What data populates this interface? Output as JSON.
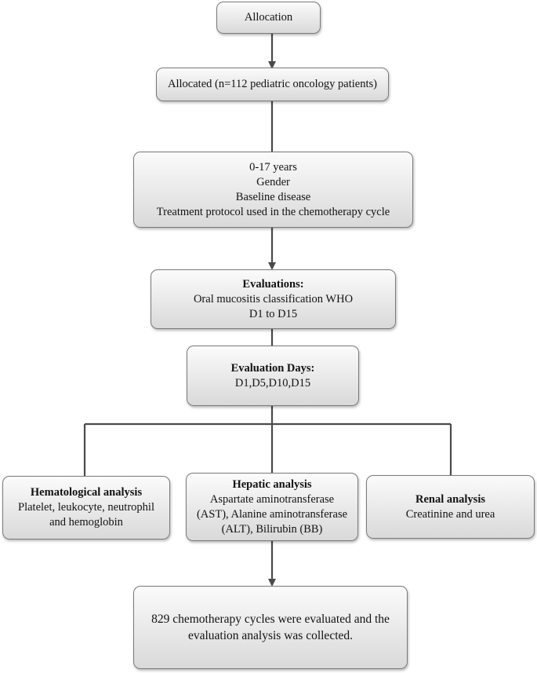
{
  "flowchart": {
    "allocation": {
      "line1": "Allocation"
    },
    "allocated": {
      "line1": "Allocated (n=112 pediatric oncology patients)"
    },
    "demographics": {
      "line1": "0-17 years",
      "line2": "Gender",
      "line3": "Baseline disease",
      "line4": "Treatment protocol used in the chemotherapy cycle"
    },
    "evaluations": {
      "title": "Evaluations:",
      "line1": "Oral mucositis classification WHO",
      "line2": "D1 to D15"
    },
    "evaluation_days": {
      "title": "Evaluation Days:",
      "line1": "D1,D5,D10,D15"
    },
    "hematological": {
      "title": "Hematological analysis",
      "line1": "Platelet, leukocyte, neutrophil",
      "line2": "and hemoglobin"
    },
    "hepatic": {
      "title": "Hepatic analysis",
      "line1": "Aspartate aminotransferase",
      "line2": "(AST), Alanine aminotransferase",
      "line3": "(ALT), Bilirubin (BB)"
    },
    "renal": {
      "title": "Renal analysis",
      "line1": "Creatinine and urea"
    },
    "result": {
      "line1": "829 chemotherapy cycles were evaluated and the",
      "line2": "evaluation analysis was collected."
    }
  }
}
